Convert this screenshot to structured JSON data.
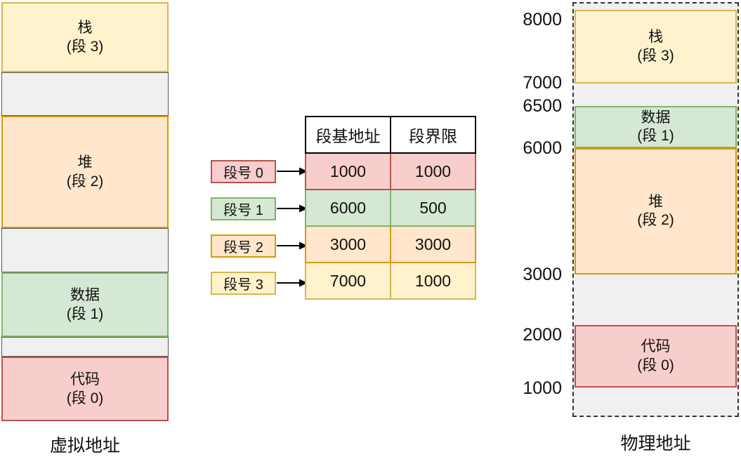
{
  "diagram_title": "memory-segmentation",
  "colors": {
    "yellow_fill": "#FFF2CC",
    "yellow_stroke": "#D6B656",
    "orange_fill": "#FFE6CC",
    "orange_stroke": "#D79B00",
    "green_fill": "#D5E8D4",
    "green_stroke": "#82B366",
    "red_fill": "#F8CECC",
    "red_stroke": "#B85450",
    "gray_fill": "#F0F0F0",
    "gray_stroke": "#595959",
    "dashed_container_stroke": "#333333",
    "text": "#111111"
  },
  "virtual": {
    "title": "虚拟地址",
    "blocks": [
      {
        "id": "stack",
        "line1": "栈",
        "line2": "(段 3)"
      },
      {
        "id": "heap",
        "line1": "堆",
        "line2": "(段 2)"
      },
      {
        "id": "data",
        "line1": "数据",
        "line2": "(段 1)"
      },
      {
        "id": "code",
        "line1": "代码",
        "line2": "(段 0)"
      }
    ]
  },
  "segment_table": {
    "headers": [
      "段基地址",
      "段界限"
    ],
    "row_labels": [
      "段号 0",
      "段号 1",
      "段号 2",
      "段号 3"
    ],
    "rows": [
      [
        "1000",
        "1000"
      ],
      [
        "6000",
        "500"
      ],
      [
        "3000",
        "3000"
      ],
      [
        "7000",
        "1000"
      ]
    ]
  },
  "physical": {
    "title": "物理地址",
    "address_labels": [
      "8000",
      "7000",
      "6500",
      "6000",
      "3000",
      "2000",
      "1000"
    ],
    "blocks": [
      {
        "id": "stack",
        "line1": "栈",
        "line2": "(段 3)"
      },
      {
        "id": "data",
        "line1": "数据",
        "line2": "(段 1)"
      },
      {
        "id": "heap",
        "line1": "堆",
        "line2": "(段 2)"
      },
      {
        "id": "code",
        "line1": "代码",
        "line2": "(段 0)"
      }
    ]
  }
}
